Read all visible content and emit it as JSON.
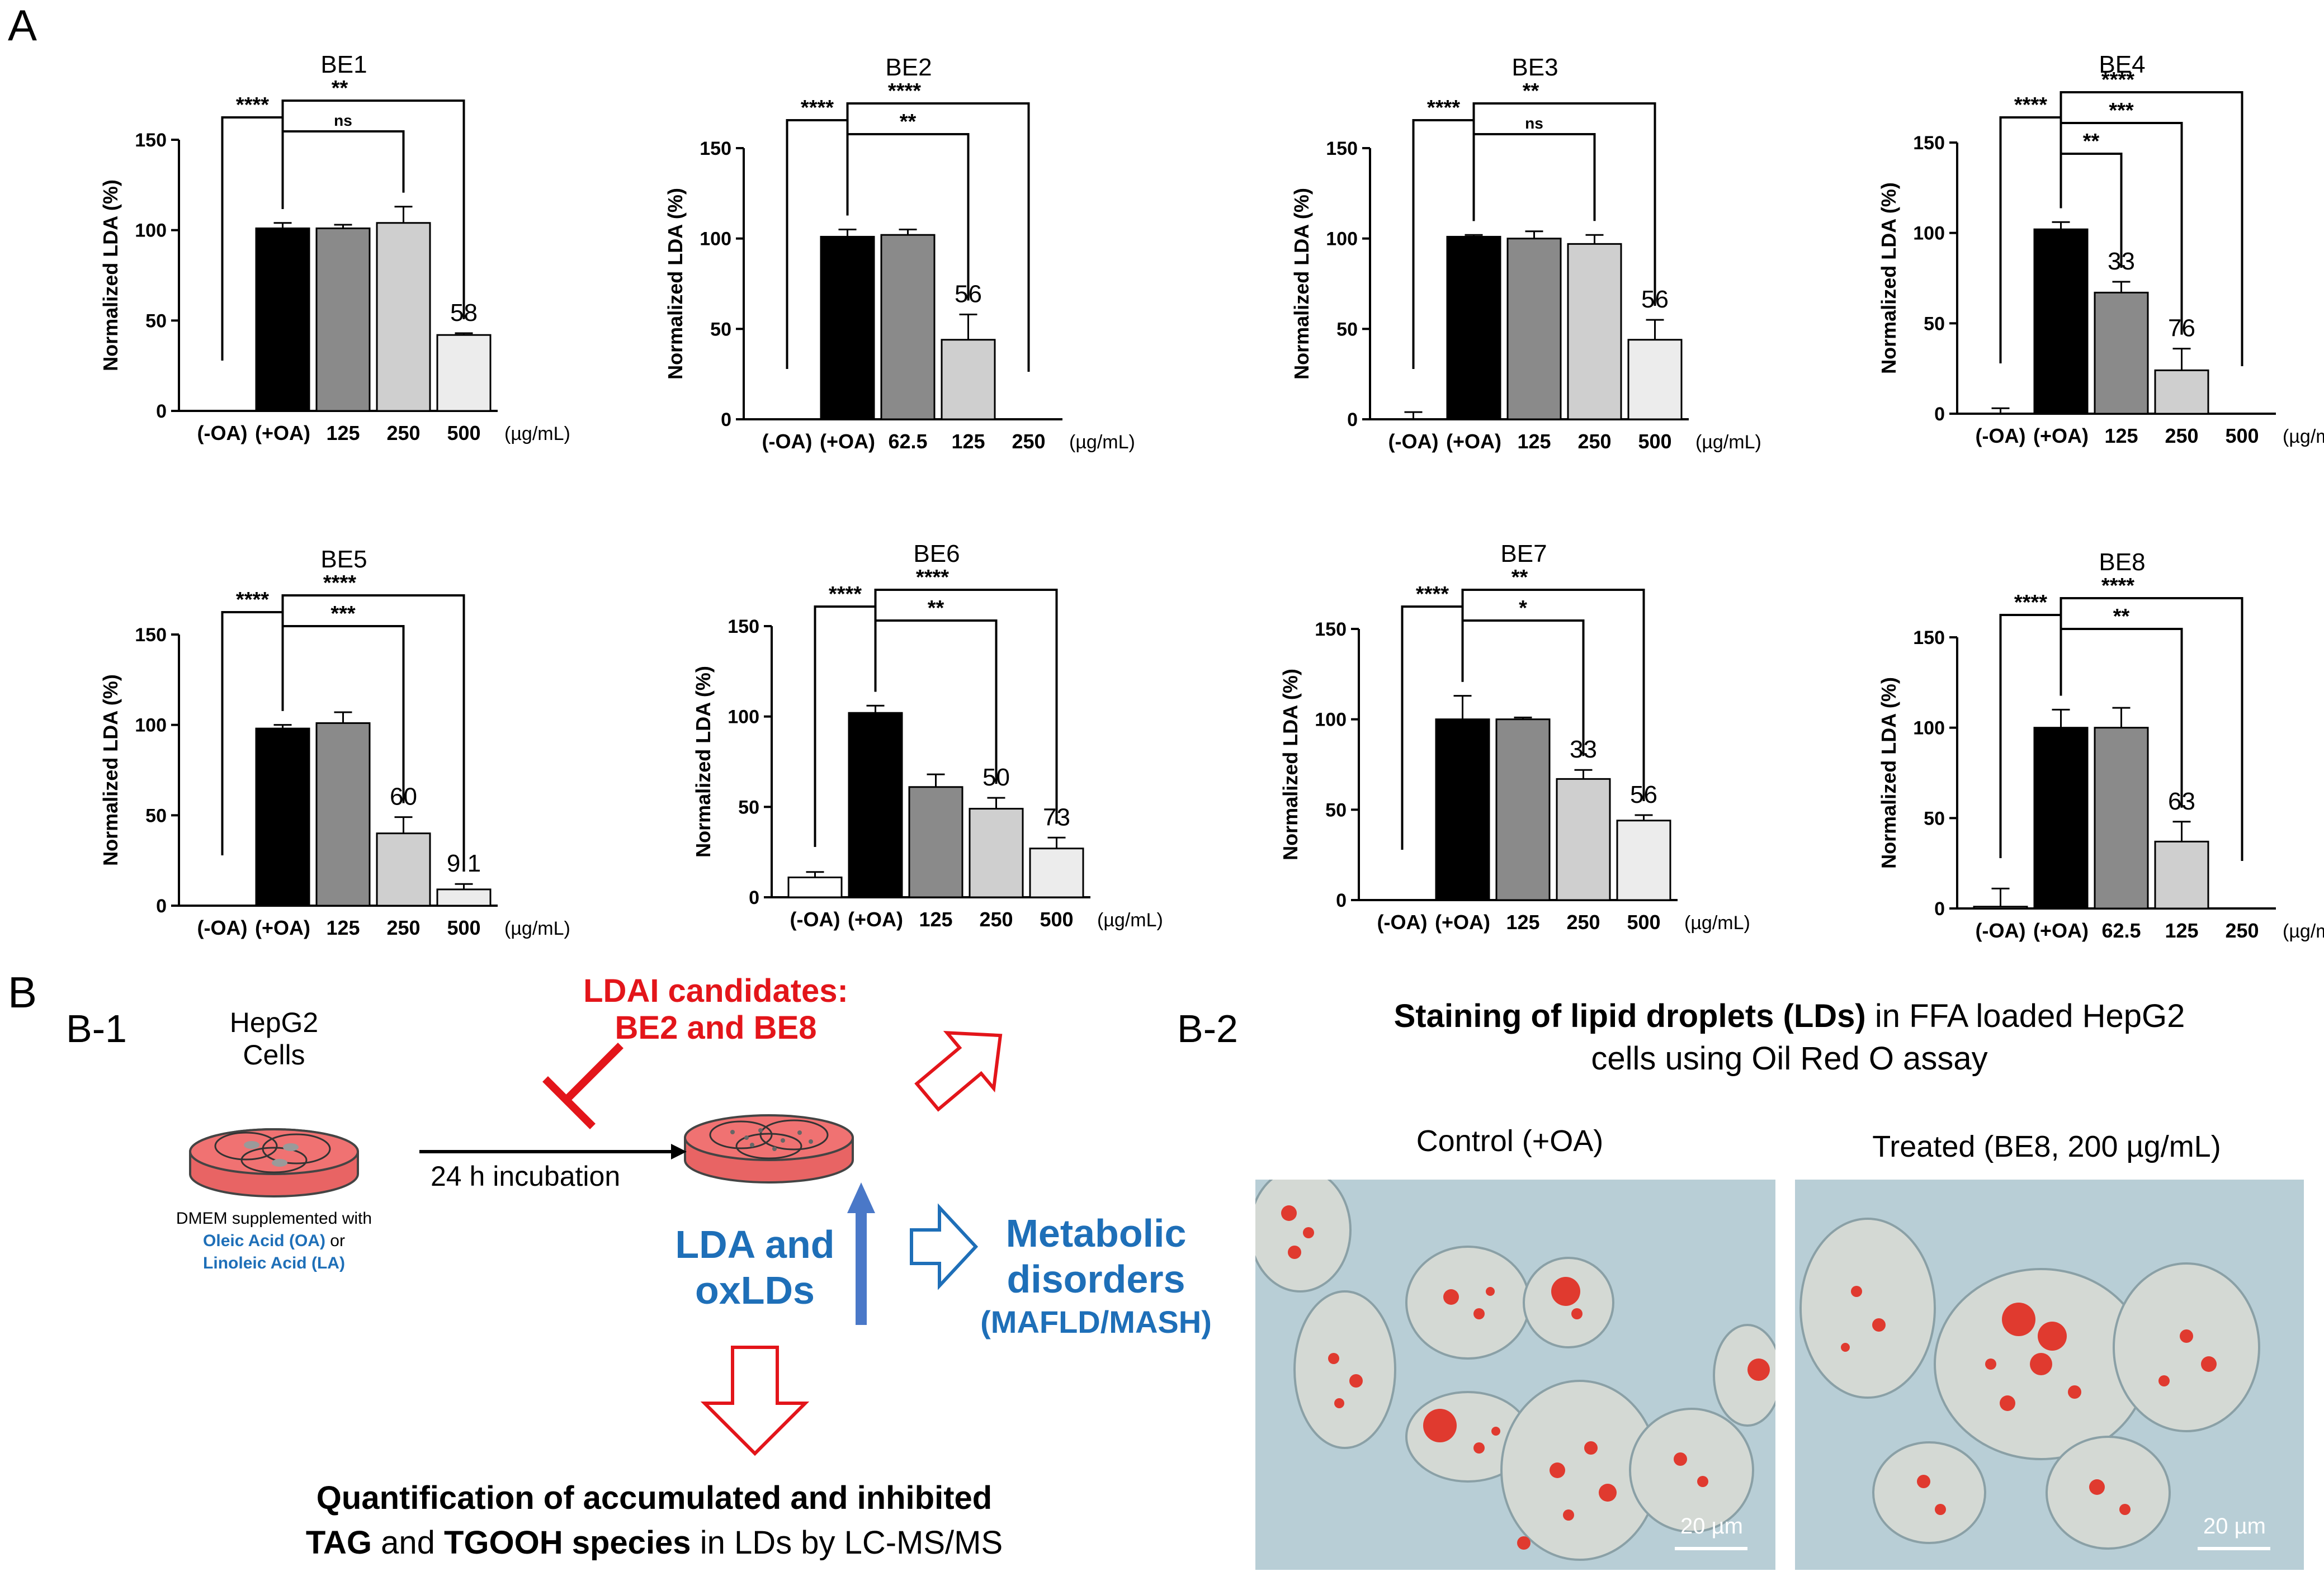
{
  "panel_labels": {
    "a": "A",
    "b": "B"
  },
  "chart_common": {
    "ylabel": "Normalized LDA (%)",
    "unit": "(µg/mL)",
    "yticks": [
      0,
      50,
      100,
      150
    ],
    "ylim": [
      0,
      150
    ],
    "bar_colors": [
      "#ffffff",
      "#000000",
      "#8a8a8a",
      "#cfcfcf",
      "#ececec"
    ]
  },
  "chart_data": [
    {
      "type": "bar",
      "title": "BE1",
      "categories": [
        "(-OA)",
        "(+OA)",
        "125",
        "250",
        "500"
      ],
      "values": [
        0,
        101,
        101,
        104,
        42
      ],
      "errors": [
        0,
        3,
        2,
        9,
        1
      ],
      "labels": [
        "",
        "",
        "",
        "",
        "58"
      ],
      "brackets": [
        {
          "from": 0,
          "to": 1,
          "stars": "****"
        },
        {
          "from": 1,
          "to": 3,
          "stars": "ns"
        },
        {
          "from": 1,
          "to": 4,
          "stars": "**"
        }
      ]
    },
    {
      "type": "bar",
      "title": "BE2",
      "categories": [
        "(-OA)",
        "(+OA)",
        "62.5",
        "125",
        "250"
      ],
      "values": [
        0,
        101,
        102,
        44,
        0
      ],
      "errors": [
        0,
        4,
        3,
        14,
        0
      ],
      "labels": [
        "",
        "",
        "",
        "56",
        ""
      ],
      "brackets": [
        {
          "from": 0,
          "to": 1,
          "stars": "****"
        },
        {
          "from": 1,
          "to": 3,
          "stars": "**"
        },
        {
          "from": 1,
          "to": 4,
          "stars": "****"
        }
      ]
    },
    {
      "type": "bar",
      "title": "BE3",
      "categories": [
        "(-OA)",
        "(+OA)",
        "125",
        "250",
        "500"
      ],
      "values": [
        0,
        101,
        100,
        97,
        44
      ],
      "errors": [
        4,
        1,
        4,
        5,
        11
      ],
      "labels": [
        "",
        "",
        "",
        "",
        "56"
      ],
      "brackets": [
        {
          "from": 0,
          "to": 1,
          "stars": "****"
        },
        {
          "from": 1,
          "to": 3,
          "stars": "ns"
        },
        {
          "from": 1,
          "to": 4,
          "stars": "**"
        }
      ]
    },
    {
      "type": "bar",
      "title": "BE4",
      "categories": [
        "(-OA)",
        "(+OA)",
        "125",
        "250",
        "500"
      ],
      "values": [
        0,
        102,
        67,
        24,
        0
      ],
      "errors": [
        3,
        4,
        6,
        12,
        0
      ],
      "labels": [
        "",
        "",
        "33",
        "76",
        ""
      ],
      "brackets": [
        {
          "from": 0,
          "to": 1,
          "stars": "****"
        },
        {
          "from": 1,
          "to": 2,
          "stars": "**"
        },
        {
          "from": 1,
          "to": 3,
          "stars": "***"
        },
        {
          "from": 1,
          "to": 4,
          "stars": "****"
        }
      ]
    },
    {
      "type": "bar",
      "title": "BE5",
      "categories": [
        "(-OA)",
        "(+OA)",
        "125",
        "250",
        "500"
      ],
      "values": [
        0,
        98,
        101,
        40,
        9
      ],
      "errors": [
        0,
        2,
        6,
        9,
        3
      ],
      "labels": [
        "",
        "",
        "",
        "60",
        "9.1"
      ],
      "brackets": [
        {
          "from": 0,
          "to": 1,
          "stars": "****"
        },
        {
          "from": 1,
          "to": 3,
          "stars": "***"
        },
        {
          "from": 1,
          "to": 4,
          "stars": "****"
        }
      ]
    },
    {
      "type": "bar",
      "title": "BE6",
      "categories": [
        "(-OA)",
        "(+OA)",
        "125",
        "250",
        "500"
      ],
      "values": [
        11,
        102,
        61,
        49,
        27
      ],
      "errors": [
        3,
        4,
        7,
        6,
        6
      ],
      "labels": [
        "",
        "",
        "",
        "50",
        "73"
      ],
      "brackets": [
        {
          "from": 0,
          "to": 1,
          "stars": "****"
        },
        {
          "from": 1,
          "to": 3,
          "stars": "**"
        },
        {
          "from": 1,
          "to": 4,
          "stars": "****"
        }
      ]
    },
    {
      "type": "bar",
      "title": "BE7",
      "categories": [
        "(-OA)",
        "(+OA)",
        "125",
        "250",
        "500"
      ],
      "values": [
        0,
        100,
        100,
        67,
        44
      ],
      "errors": [
        0,
        13,
        1,
        5,
        3
      ],
      "labels": [
        "",
        "",
        "",
        "33",
        "56"
      ],
      "brackets": [
        {
          "from": 0,
          "to": 1,
          "stars": "****"
        },
        {
          "from": 1,
          "to": 3,
          "stars": "*"
        },
        {
          "from": 1,
          "to": 4,
          "stars": "**"
        }
      ]
    },
    {
      "type": "bar",
      "title": "BE8",
      "categories": [
        "(-OA)",
        "(+OA)",
        "62.5",
        "125",
        "250"
      ],
      "values": [
        1,
        100,
        100,
        37,
        0
      ],
      "errors": [
        10,
        10,
        11,
        11,
        0
      ],
      "labels": [
        "",
        "",
        "",
        "63",
        ""
      ],
      "brackets": [
        {
          "from": 0,
          "to": 1,
          "stars": "****"
        },
        {
          "from": 1,
          "to": 3,
          "stars": "**"
        },
        {
          "from": 1,
          "to": 4,
          "stars": "****"
        }
      ]
    }
  ],
  "b1": {
    "label": "B-1",
    "cells_title": "HepG2\nCells",
    "medium_line1": "DMEM supplemented with",
    "medium_oa": "Oleic Acid (OA)",
    "medium_or": " or",
    "medium_la": "Linoleic Acid (LA)",
    "incubation": "24 h incubation",
    "ldai": "LDAI candidates:\nBE2 and BE8",
    "lda_oxlds": "LDA and\noxLDs",
    "metabolic_1": "Metabolic",
    "metabolic_2": "disorders",
    "metabolic_3": "(MAFLD/MASH)",
    "quant_1_bold": "Quantification of accumulated and inhibited",
    "quant_2_tag": "TAG",
    "quant_2_and": " and ",
    "quant_2_tgooh": "TGOOH species",
    "quant_2_rest": " in LDs by LC-MS/MS"
  },
  "b2": {
    "label": "B-2",
    "title_bold": "Staining of lipid droplets (LDs)",
    "title_rest": " in FFA loaded HepG2",
    "title_line2": "cells using Oil Red O assay",
    "control_label": "Control (+OA)",
    "treated_label": "Treated  (BE8, 200 µg/mL)",
    "scale_bar": "20 µm"
  }
}
